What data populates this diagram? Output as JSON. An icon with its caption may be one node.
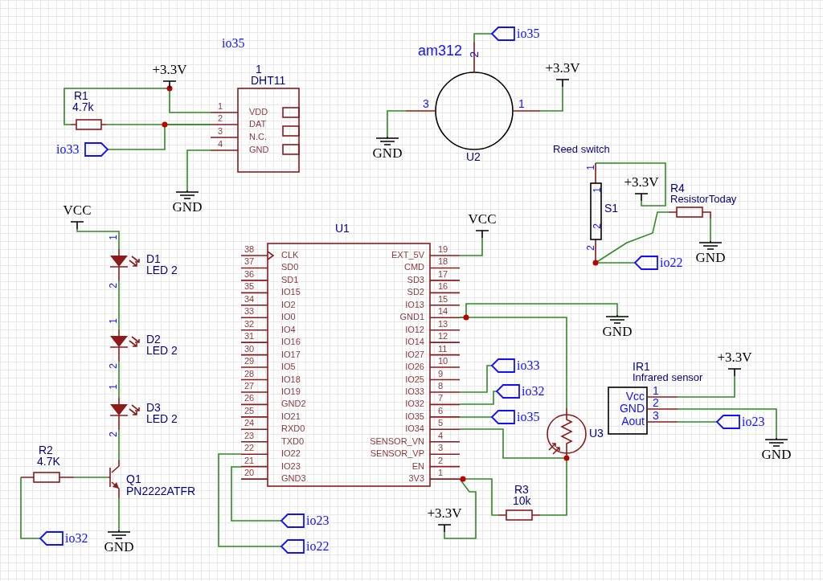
{
  "diagram": {
    "nodes": [
      {
        "text": [
          "+3.3V"
        ]
      },
      {
        "text": [
          "R1",
          "4.7k"
        ]
      },
      {
        "text": [
          "io33"
        ]
      },
      {
        "text": [
          "1",
          "DHT11"
        ]
      },
      {
        "text": [
          "GND"
        ]
      },
      {
        "text": [
          "am312",
          "U2"
        ]
      },
      {
        "text": [
          "io35"
        ]
      },
      {
        "text": [
          "+3.3V"
        ]
      },
      {
        "text": [
          "GND"
        ]
      },
      {
        "text": [
          "Reed switch",
          "S1"
        ]
      },
      {
        "text": [
          "+3.3V"
        ]
      },
      {
        "text": [
          "R4",
          "ResistorToday"
        ]
      },
      {
        "text": [
          "GND"
        ]
      },
      {
        "text": [
          "io22"
        ]
      },
      {
        "text": [
          "VCC"
        ]
      },
      {
        "text": [
          "D1",
          "LED 2"
        ]
      },
      {
        "text": [
          "D2",
          "LED 2"
        ]
      },
      {
        "text": [
          "D3",
          "LED 2"
        ]
      },
      {
        "text": [
          "R2",
          "4.7K"
        ]
      },
      {
        "text": [
          "Q1",
          "PN2222ATFR"
        ]
      },
      {
        "text": [
          "io32"
        ]
      },
      {
        "text": [
          "GND"
        ]
      },
      {
        "text": [
          "U1"
        ]
      },
      {
        "text": [
          "VCC"
        ]
      },
      {
        "text": [
          "GND"
        ]
      },
      {
        "text": [
          "U3"
        ]
      },
      {
        "text": [
          "io33"
        ]
      },
      {
        "text": [
          "io32"
        ]
      },
      {
        "text": [
          "io35"
        ]
      },
      {
        "text": [
          "R3",
          "10k"
        ]
      },
      {
        "text": [
          "+3.3V"
        ]
      },
      {
        "text": [
          "io23"
        ]
      },
      {
        "text": [
          "io22"
        ]
      },
      {
        "text": [
          "IR1",
          "Infrared sensor"
        ]
      },
      {
        "text": [
          "+3.3V"
        ]
      },
      {
        "text": [
          "io23"
        ]
      },
      {
        "text": [
          "GND"
        ]
      }
    ],
    "edges": [
      {
        "from": 0,
        "to": 3,
        "arrow": "none"
      },
      {
        "from": 0,
        "to": 1,
        "arrow": "none"
      },
      {
        "from": 1,
        "to": 3,
        "arrow": "none"
      },
      {
        "from": 2,
        "to": 3,
        "arrow": "none"
      },
      {
        "from": 3,
        "to": 4,
        "arrow": "none"
      },
      {
        "from": 5,
        "to": 6,
        "arrow": "none"
      },
      {
        "from": 5,
        "to": 7,
        "arrow": "none"
      },
      {
        "from": 5,
        "to": 8,
        "arrow": "none"
      },
      {
        "from": 9,
        "to": 10,
        "arrow": "none"
      },
      {
        "from": 9,
        "to": 11,
        "arrow": "none"
      },
      {
        "from": 9,
        "to": 13,
        "arrow": "none"
      },
      {
        "from": 11,
        "to": 12,
        "arrow": "none"
      },
      {
        "from": 14,
        "to": 15,
        "arrow": "none"
      },
      {
        "from": 15,
        "to": 16,
        "arrow": "none"
      },
      {
        "from": 16,
        "to": 17,
        "arrow": "none"
      },
      {
        "from": 17,
        "to": 19,
        "arrow": "none"
      },
      {
        "from": 18,
        "to": 19,
        "arrow": "none"
      },
      {
        "from": 18,
        "to": 20,
        "arrow": "none"
      },
      {
        "from": 19,
        "to": 21,
        "arrow": "none"
      },
      {
        "from": 22,
        "to": 23,
        "arrow": "none"
      },
      {
        "from": 22,
        "to": 24,
        "arrow": "none"
      },
      {
        "from": 22,
        "to": 25,
        "arrow": "none"
      },
      {
        "from": 22,
        "to": 26,
        "arrow": "none"
      },
      {
        "from": 22,
        "to": 27,
        "arrow": "none"
      },
      {
        "from": 22,
        "to": 28,
        "arrow": "none"
      },
      {
        "from": 22,
        "to": 25,
        "arrow": "none"
      },
      {
        "from": 25,
        "to": 29,
        "arrow": "none"
      },
      {
        "from": 22,
        "to": 29,
        "arrow": "none"
      },
      {
        "from": 22,
        "to": 30,
        "arrow": "none"
      },
      {
        "from": 22,
        "to": 31,
        "arrow": "none"
      },
      {
        "from": 22,
        "to": 32,
        "arrow": "none"
      },
      {
        "from": 33,
        "to": 34,
        "arrow": "none"
      },
      {
        "from": 33,
        "to": 36,
        "arrow": "none"
      },
      {
        "from": 33,
        "to": 35,
        "arrow": "none"
      }
    ],
    "labels": [
      "io35",
      "1",
      "VDD",
      "2",
      "DAT",
      "3",
      "N.C.",
      "4",
      "GND",
      "2",
      "3",
      "1",
      "1",
      "1",
      "2",
      "2",
      "1",
      "2",
      "1",
      "2",
      "1",
      "2",
      "38",
      "CLK",
      "EXT_5V",
      "19",
      "37",
      "SD0",
      "CMD",
      "18",
      "36",
      "SD1",
      "SD3",
      "17",
      "35",
      "IO15",
      "SD2",
      "16",
      "34",
      "IO2",
      "IO13",
      "15",
      "33",
      "IO0",
      "GND1",
      "14",
      "32",
      "IO4",
      "IO12",
      "13",
      "31",
      "IO16",
      "IO14",
      "12",
      "30",
      "IO17",
      "IO27",
      "11",
      "29",
      "IO5",
      "IO26",
      "10",
      "28",
      "IO18",
      "IO25",
      "9",
      "27",
      "IO19",
      "IO33",
      "8",
      "26",
      "GND2",
      "IO32",
      "7",
      "25",
      "IO21",
      "IO35",
      "6",
      "24",
      "RXD0",
      "IO34",
      "5",
      "23",
      "TXD0",
      "SENSOR_VN",
      "4",
      "22",
      "IO22",
      "SENSOR_VP",
      "3",
      "21",
      "IO23",
      "EN",
      "2",
      "20",
      "GND3",
      "3V3",
      "1",
      "Vcc",
      "1",
      "GND",
      "2",
      "Aout",
      "3"
    ]
  }
}
